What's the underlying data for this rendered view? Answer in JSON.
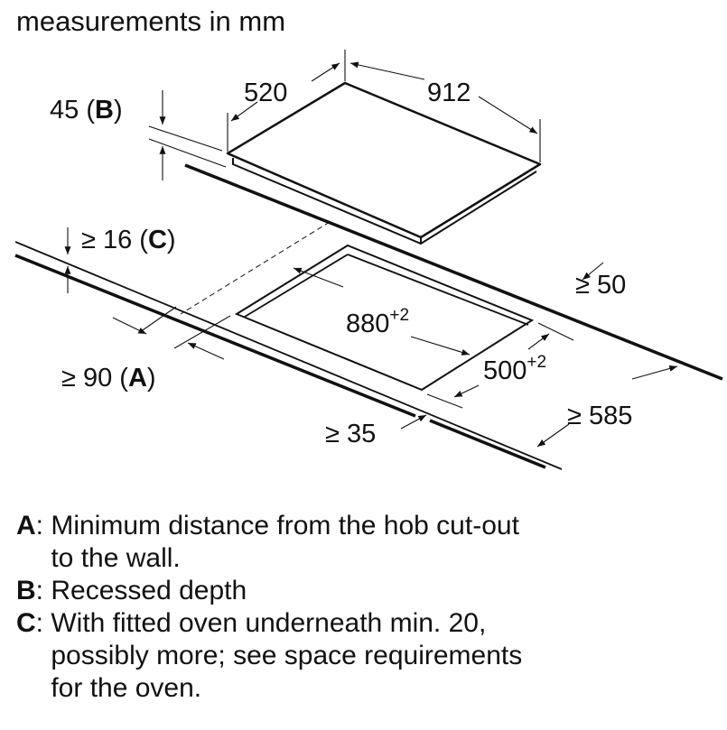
{
  "title": "measurements in mm",
  "dimensions": {
    "depth_b": {
      "value": "45",
      "letter": "B"
    },
    "hob_depth": "520",
    "hob_width": "912",
    "clearance_c": {
      "value": "≥ 16",
      "letter": "C"
    },
    "back_clearance": "≥ 50",
    "cutout_width": {
      "value": "880",
      "tolerance": "+2"
    },
    "cutout_depth": {
      "value": "500",
      "tolerance": "+2"
    },
    "wall_distance_a": {
      "value": "≥ 90",
      "letter": "A"
    },
    "worktop_depth": "≥ 585",
    "front_clearance": "≥ 35"
  },
  "legend": [
    {
      "key": "A",
      "text": "Minimum distance from the hob cut-out\nto the wall."
    },
    {
      "key": "B",
      "text": "Recessed depth"
    },
    {
      "key": "C",
      "text": "With fitted oven underneath min. 20,\npossibly more; see space requirements\nfor the oven."
    }
  ]
}
